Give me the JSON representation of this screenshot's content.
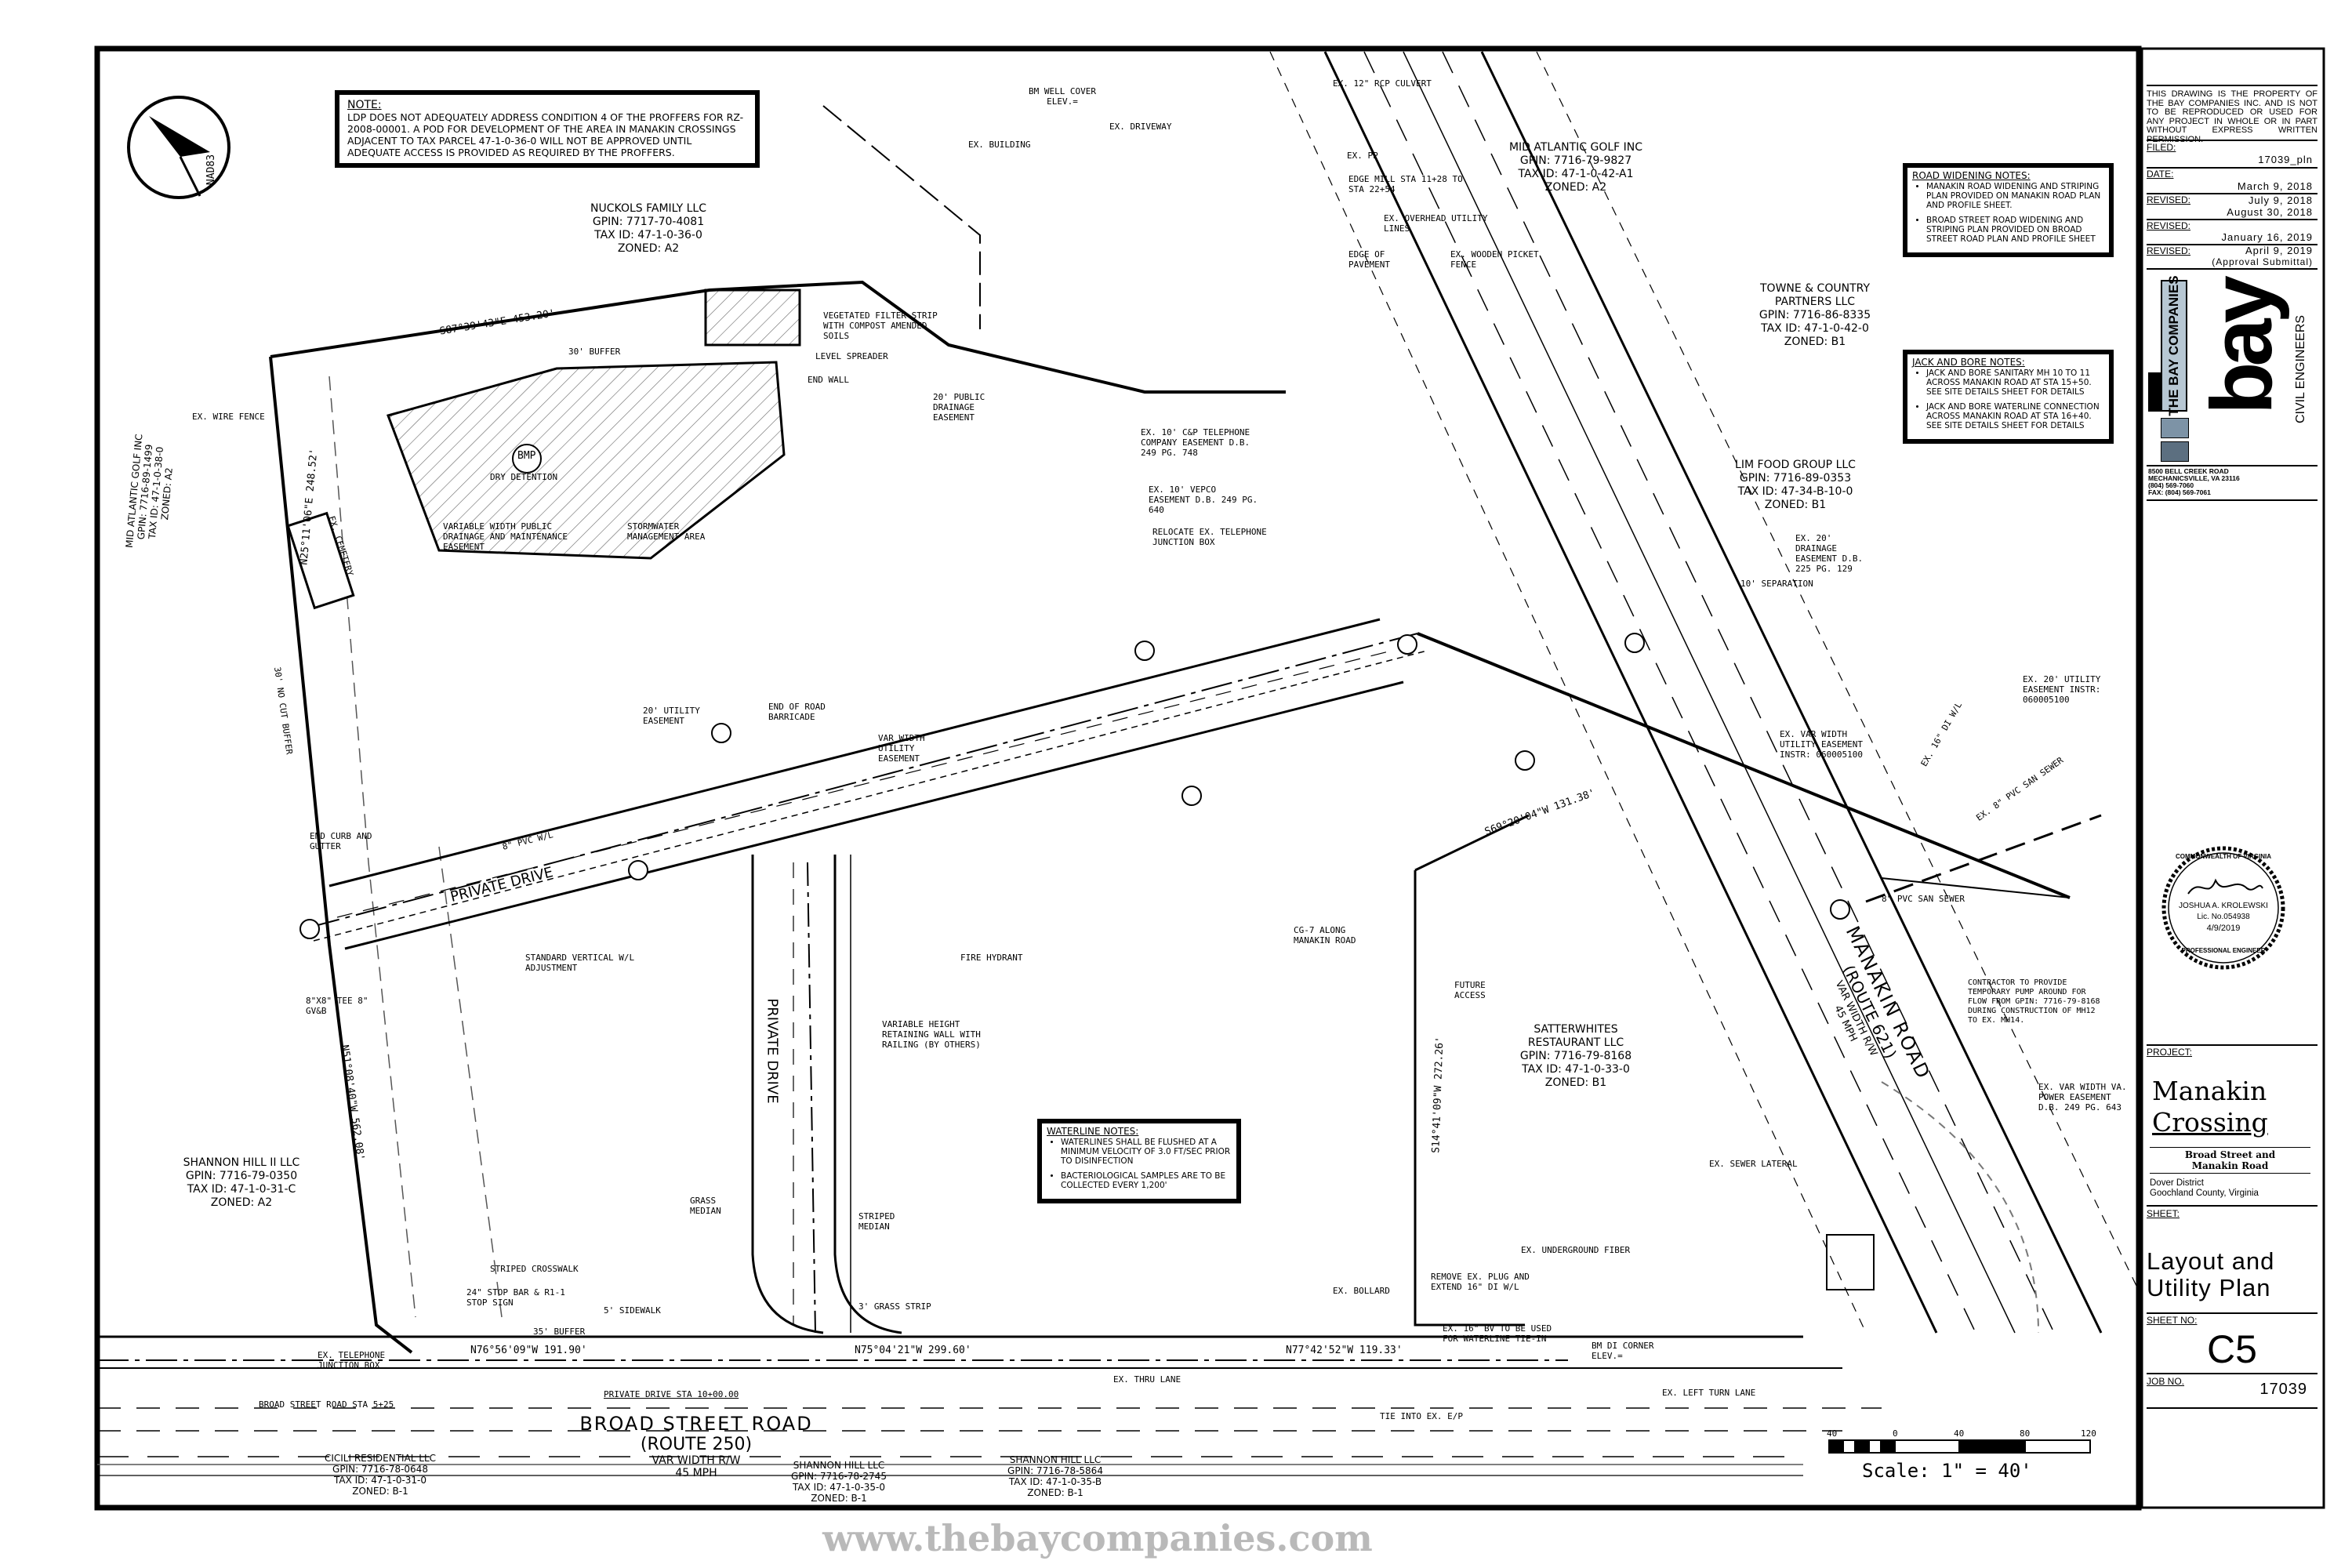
{
  "main_note": {
    "title": "NOTE:",
    "text": "LDP DOES NOT ADEQUATELY ADDRESS CONDITION 4 OF THE PROFFERS FOR RZ-2008-00001. A POD FOR DEVELOPMENT OF THE AREA IN MANAKIN CROSSINGS ADJACENT TO TAX PARCEL 47-1-0-36-0 WILL NOT BE APPROVED UNTIL ADEQUATE ACCESS IS PROVIDED AS REQUIRED BY THE PROFFERS."
  },
  "north_arrow": {
    "label": "NAD83"
  },
  "road_widening_notes": {
    "title": "ROAD WIDENING NOTES:",
    "items": [
      "MANAKIN ROAD WIDENING AND STRIPING PLAN PROVIDED ON MANAKIN ROAD PLAN AND PROFILE SHEET.",
      "BROAD STREET ROAD WIDENING AND STRIPING PLAN PROVIDED ON BROAD STREET ROAD PLAN AND PROFILE SHEET"
    ]
  },
  "jack_bore_notes": {
    "title": "JACK AND BORE NOTES:",
    "items": [
      "JACK AND BORE SANITARY MH 10 TO 11 ACROSS MANAKIN ROAD AT STA 15+50. SEE SITE DETAILS SHEET FOR DETAILS",
      "JACK AND BORE WATERLINE CONNECTION ACROSS MANAKIN ROAD AT STA 16+40. SEE SITE DETAILS SHEET FOR DETAILS"
    ]
  },
  "waterline_notes": {
    "title": "WATERLINE NOTES:",
    "items": [
      "WATERLINES SHALL BE FLUSHED AT A MINIMUM VELOCITY OF 3.0 FT/SEC PRIOR TO DISINFECTION",
      "BACTERIOLOGICAL SAMPLES ARE TO BE COLLECTED EVERY 1,200'"
    ]
  },
  "parcels": [
    {
      "owner": "NUCKOLS FAMILY LLC",
      "gpin": "GPIN: 7717-70-4081",
      "tax": "TAX ID: 47-1-0-36-0",
      "zoned": "ZONED: A2"
    },
    {
      "owner": "MID ATLANTIC GOLF INC",
      "gpin": "GPIN: 7716-79-9827",
      "tax": "TAX ID: 47-1-0-42-A1",
      "zoned": "ZONED: A2"
    },
    {
      "owner": "TOWNE & COUNTRY PARTNERS LLC",
      "gpin": "GPIN: 7716-86-8335",
      "tax": "TAX ID: 47-1-0-42-0",
      "zoned": "ZONED: B1"
    },
    {
      "owner": "LIM FOOD GROUP LLC",
      "gpin": "GPIN: 7716-89-0353",
      "tax": "TAX ID: 47-34-B-10-0",
      "zoned": "ZONED: B1"
    },
    {
      "owner": "SATTERWHITES RESTAURANT LLC",
      "gpin": "GPIN: 7716-79-8168",
      "tax": "TAX ID: 47-1-0-33-0",
      "zoned": "ZONED: B1"
    },
    {
      "owner": "SHANNON HILL II LLC",
      "gpin": "GPIN: 7716-79-0350",
      "tax": "TAX ID: 47-1-0-31-C",
      "zoned": "ZONED: A2"
    },
    {
      "owner": "CICILI RESIDENTIAL LLC",
      "gpin": "GPIN: 7716-78-0648",
      "tax": "TAX ID: 47-1-0-31-0",
      "zoned": "ZONED: B-1"
    },
    {
      "owner": "SHANNON HILL LLC",
      "gpin": "GPIN: 7716-78-2745",
      "tax": "TAX ID: 47-1-0-35-0",
      "zoned": "ZONED: B-1"
    },
    {
      "owner": "SHANNON HILL LLC",
      "gpin": "GPIN: 7716-78-5864",
      "tax": "TAX ID: 47-1-0-35-B",
      "zoned": "ZONED: B-1"
    },
    {
      "owner": "MID ATLANTIC GOLF INC",
      "gpin": "GPIN: 7716-89-1499",
      "tax": "TAX ID: 47-1-0-38-0",
      "zoned": "ZONED: A2"
    }
  ],
  "roads": {
    "broad": {
      "name": "BROAD STREET ROAD",
      "route": "(ROUTE 250)",
      "rw": "VAR WIDTH R/W",
      "speed": "45 MPH"
    },
    "manakin": {
      "name": "MANAKIN ROAD",
      "route": "(ROUTE 621)",
      "rw": "VAR WIDTH R/W",
      "speed": "45 MPH"
    },
    "private_drive": "PRIVATE DRIVE",
    "private_drive_sta": "PRIVATE DRIVE STA 10+00.00"
  },
  "labels": [
    "BMP",
    "DRY DETENTION",
    "STORMWATER MANAGEMENT AREA",
    "VARIABLE WIDTH PUBLIC DRAINAGE AND MAINTENANCE EASEMENT",
    "VEGETATED FILTER STRIP WITH COMPOST AMENDED SOILS",
    "LEVEL SPREADER",
    "END WALL",
    "20' PUBLIC DRAINAGE EASEMENT",
    "EX. BUILDING",
    "BM WELL COVER ELEV.=",
    "EX. DRIVEWAY",
    "EX. 12\" RCP CULVERT",
    "EX. PP",
    "EDGE MILL STA 11+28 TO STA 22+54",
    "EX. OVERHEAD UTILITY LINES",
    "EX. WOODEN PICKET FENCE",
    "EDGE OF PAVEMENT",
    "30' BUFFER",
    "35' BUFFER",
    "EX. WIRE FENCE",
    "EX. CEMETERY",
    "FUTURE ACCESS",
    "30' NO CUT BUFFER",
    "S87°39'43\"E 453.20'",
    "N25°11'06\"E 248.52'",
    "N51°08'40\"W 562.08'",
    "N76°56'09\"W 191.90'",
    "N75°04'21\"W 299.60'",
    "N77°42'52\"W 119.33'",
    "S69°20'04\"W 131.38'",
    "S14°41'09\"W 272.26'",
    "10' SEPARATION",
    "EX. 16\" DI W/L",
    "EX. 8\" PVC SAN SEWER",
    "8\" PVC SAN SEWER",
    "8\" PVC W/L",
    "STANDARD VERTICAL W/L ADJUSTMENT",
    "END CURB AND GUTTER",
    "END OF ROAD BARRICADE",
    "20' UTILITY EASEMENT",
    "VAR WIDTH UTILITY EASEMENT",
    "8\"x8\" TEE 8\" GV&B",
    "FIRE HYDRANT",
    "VARIABLE HEIGHT RETAINING WALL WITH RAILING (BY OTHERS)",
    "3' GRASS STRIP",
    "5' SIDEWALK",
    "STRIPED MEDIAN",
    "GRASS MEDIAN",
    "24\" STOP BAR & R1-1 STOP SIGN",
    "STRIPED CROSSWALK",
    "EX. THRU LANE",
    "EX. LEFT TURN LANE",
    "TIE INTO EX. E/P",
    "BM DI CORNER ELEV.=",
    "EX. SEWER LATERAL",
    "EX. UNDERGROUND FIBER",
    "CONTRACTOR TO PROVIDE TEMPORARY PUMP AROUND FOR FLOW FROM GPIN: 7716-79-8168 DURING CONSTRUCTION OF MH12 TO EX. MH14.",
    "EX. VAR WIDTH VA. POWER EASEMENT D.B. 249 PG. 643",
    "EX. 20' DRAINAGE EASEMENT D.B. 225 PG. 129",
    "EX. VAR WIDTH UTILITY EASEMENT INSTR: 060005100",
    "EX. 10' VEPCO EASEMENT D.B. 249 PG. 640",
    "EX. 10' C&P TELEPHONE COMPANY EASEMENT D.B. 249 PG. 748",
    "EX. 20' UTILITY EASEMENT INSTR: 060005100",
    "RELOCATE EX. TELEPHONE JUNCTION BOX",
    "CG-7 ALONG MANAKIN ROAD",
    "EX. BOLLARD",
    "REMOVE EX. PLUG AND EXTEND 16\" DI W/L",
    "EX. 16\" BV TO BE USED FOR WATERLINE TIE-IN",
    "BROAD STREET ROAD STA 5+25",
    "EX. TELEPHONE JUNCTION BOX"
  ],
  "scale_bar": {
    "ticks": [
      "40",
      "0",
      "40",
      "80",
      "120"
    ],
    "label": "Scale: 1\" = 40'"
  },
  "watermark": "www.thebaycompanies.com",
  "title_block": {
    "property_statement": "THIS DRAWING IS THE PROPERTY OF THE BAY COMPANIES INC. AND IS NOT TO BE REPRODUCED OR USED FOR ANY PROJECT IN WHOLE OR IN PART WITHOUT EXPRESS WRITTEN PERMISSION.",
    "filed_label": "FILED:",
    "filed": "17039_pln",
    "date_label": "DATE:",
    "date": "March 9, 2018",
    "revisions": [
      {
        "label": "REVISED:",
        "dates": [
          "July 9, 2018",
          "August 30, 2018"
        ]
      },
      {
        "label": "REVISED:",
        "dates": [
          "January 16, 2019"
        ]
      },
      {
        "label": "REVISED:",
        "dates": [
          "April 9, 2019",
          "(Approval Submittal)"
        ]
      }
    ],
    "logo": {
      "company": "THE BAY COMPANIES",
      "mark": "bay",
      "tagline": "CIVIL ENGINEERS",
      "colors": [
        "#b7c7d3",
        "#7d93a6",
        "#5c6f80"
      ]
    },
    "address": [
      "8500 BELL CREEK ROAD",
      "MECHANICSVILLE, VA 23116",
      "(804) 569-7060",
      "FAX: (804) 569-7061"
    ],
    "seal": {
      "top": "COMMONWEALTH OF VIRGINIA",
      "name": "JOSHUA A. KROLEWSKI",
      "license": "Lic. No.054938",
      "date": "4/9/2019",
      "bottom": "PROFESSIONAL ENGINEER",
      "signature": "Josh Krolewski"
    },
    "project_label": "PROJECT:",
    "project_line1": "Manakin",
    "project_line2": "Crossing",
    "location": [
      "Broad Street and",
      "Manakin Road"
    ],
    "district": [
      "Dover District",
      "Goochland County, Virginia"
    ],
    "sheet_label": "SHEET:",
    "sheet_title": [
      "Layout and",
      "Utility Plan"
    ],
    "sheet_no_label": "SHEET NO:",
    "sheet_no": "C5",
    "job_no_label": "JOB NO.",
    "job_no": "17039"
  }
}
